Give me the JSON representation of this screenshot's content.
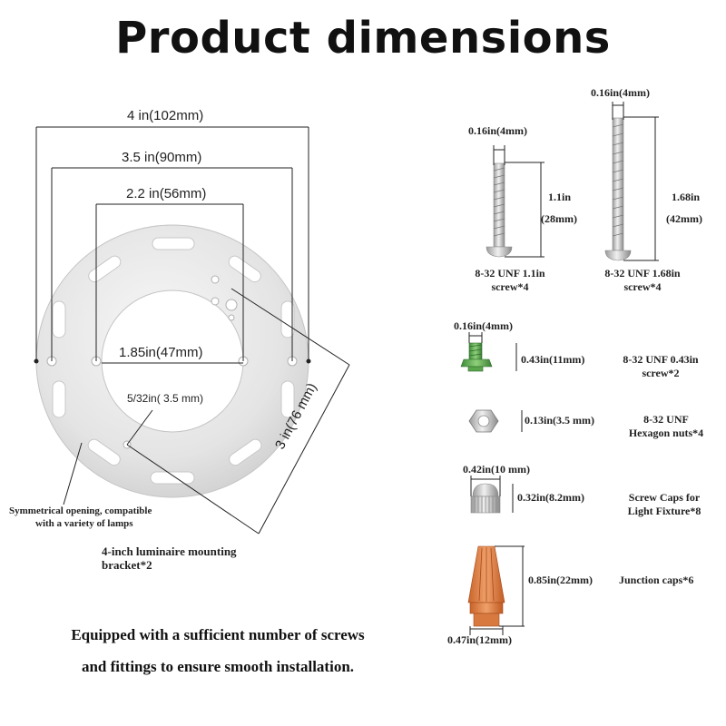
{
  "title": "Product dimensions",
  "bracket": {
    "dim_4in": "4 in(102mm)",
    "dim_3_5in": "3.5 in(90mm)",
    "dim_2_2in": "2.2 in(56mm)",
    "dim_1_85in": "1.85in(47mm)",
    "dim_5_32in": "5/32in( 3.5 mm)",
    "dim_3in": "3 in(76 mm)",
    "note_line1": "Symmetrical opening, compatible",
    "note_line2": "with a variety of lamps",
    "label_line1": "4-inch luminaire mounting",
    "label_line2": "bracket*2"
  },
  "parts": {
    "screw_short": {
      "width": "0.16in(4mm)",
      "length": "1.1in",
      "length_mm": "(28mm)",
      "name_line1": "8-32 UNF 1.1in",
      "name_line2": "screw*4"
    },
    "screw_long": {
      "width": "0.16in(4mm)",
      "length": "1.68in",
      "length_mm": "(42mm)",
      "name_line1": "8-32 UNF 1.68in",
      "name_line2": "screw*4"
    },
    "screw_green": {
      "width": "0.16in(4mm)",
      "height": "0.43in(11mm)",
      "name_line1": "8-32 UNF 0.43in",
      "name_line2": "screw*2"
    },
    "hex_nut": {
      "width": "0.13in(3.5 mm)",
      "name_line1": "8-32 UNF",
      "name_line2": "Hexagon nuts*4"
    },
    "screw_cap": {
      "width": "0.42in(10 mm)",
      "height": "0.32in(8.2mm)",
      "name_line1": "Screw Caps for",
      "name_line2": "Light Fixture*8"
    },
    "junction_cap": {
      "height": "0.85in(22mm)",
      "width": "0.47in(12mm)",
      "name": "Junction caps*6"
    }
  },
  "footer": {
    "line1": "Equipped with a sufficient number of screws",
    "line2": "and fittings to ensure smooth installation."
  }
}
